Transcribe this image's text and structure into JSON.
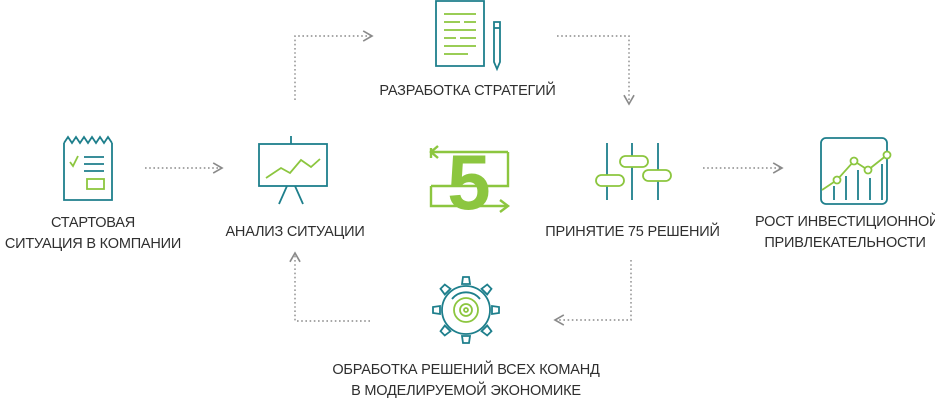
{
  "colors": {
    "teal": "#1e7f8c",
    "green": "#8cc63f",
    "arrow": "#8a8a8a",
    "text": "#2f2f2f"
  },
  "nodes": {
    "start": {
      "line1": "СТАРТОВАЯ",
      "line2": "СИТУАЦИЯ В КОМПАНИИ",
      "icon": "checklist-document-icon"
    },
    "analysis": {
      "line1": "АНАЛИЗ СИТУАЦИИ",
      "icon": "presentation-chart-icon"
    },
    "strategy": {
      "line1": "РАЗРАБОТКА СТРАТЕГИЙ",
      "icon": "document-pen-icon"
    },
    "center": {
      "number": "5",
      "icon": "cycle-arrows-icon"
    },
    "decisions": {
      "line1": "ПРИНЯТИЕ 75 РЕШЕНИЙ",
      "icon": "sliders-icon"
    },
    "growth": {
      "line1": "РОСТ ИНВЕСТИЦИОННОЙ",
      "line2": "ПРИВЛЕКАТЕЛЬНОСТИ",
      "icon": "growth-chart-icon"
    },
    "processing": {
      "line1": "ОБРАБОТКА РЕШЕНИЙ ВСЕХ КОМАНД",
      "line2": "В МОДЕЛИРУЕМОЙ ЭКОНОМИКЕ",
      "icon": "gear-target-icon"
    }
  }
}
